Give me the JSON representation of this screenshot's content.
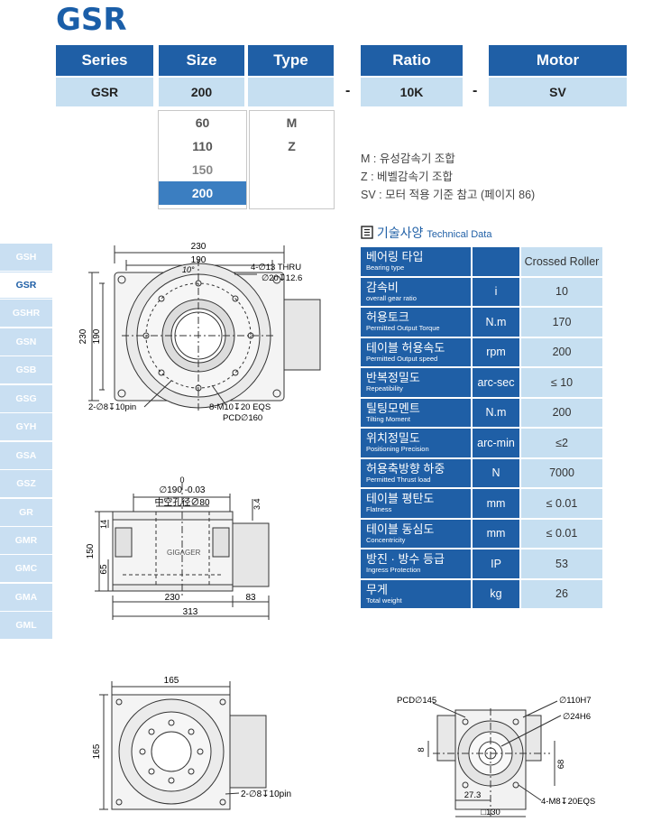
{
  "title": "GSR",
  "config": {
    "headers": {
      "series": "Series",
      "size": "Size",
      "type": "Type",
      "ratio": "Ratio",
      "motor": "Motor"
    },
    "values": {
      "series": "GSR",
      "size": "200",
      "type": "",
      "ratio": "10K",
      "motor": "SV"
    },
    "dash": "-",
    "size_options": [
      "60",
      "110",
      "150",
      "200"
    ],
    "type_options": [
      "M",
      "Z"
    ]
  },
  "legend": [
    "M  : 유성감속기 조합",
    "Z  : 베벨감속기 조합",
    "SV : 모터 적용 기준 참고 (페이지 86)"
  ],
  "sidebar": [
    "GSH",
    "GSR",
    "GSHR",
    "GSN",
    "GSB",
    "GSG",
    "GYH",
    "GSA",
    "GSZ",
    "GR",
    "GMR",
    "GMC",
    "GMA",
    "GML"
  ],
  "tech": {
    "title_kr": "기술사양",
    "title_en": "Technical Data",
    "rows": [
      {
        "kr": "베어링 타입",
        "en": "Bearing type",
        "unit": "",
        "value": "Crossed Roller"
      },
      {
        "kr": "감속비",
        "en": "overall gear ratio",
        "unit": "i",
        "value": "10"
      },
      {
        "kr": "허용토크",
        "en": "Permitted Output Torque",
        "unit": "N.m",
        "value": "170"
      },
      {
        "kr": "테이블 허용속도",
        "en": "Permitted Output speed",
        "unit": "rpm",
        "value": "200"
      },
      {
        "kr": "반복정밀도",
        "en": "Repeatibility",
        "unit": "arc-sec",
        "value": "≤ 10"
      },
      {
        "kr": "틸팅모멘트",
        "en": "Tilting Moment",
        "unit": "N.m",
        "value": "200"
      },
      {
        "kr": "위치정밀도",
        "en": "Positioning Precision",
        "unit": "arc-min",
        "value": "≤2"
      },
      {
        "kr": "허용축방향 하중",
        "en": "Permitted Thrust load",
        "unit": "N",
        "value": "7000"
      },
      {
        "kr": "테이블 평탄도",
        "en": "Flatness",
        "unit": "mm",
        "value": "≤ 0.01"
      },
      {
        "kr": "테이블 동심도",
        "en": "Concentricity",
        "unit": "mm",
        "value": "≤ 0.01"
      },
      {
        "kr": "방진 · 방수 등급",
        "en": "Ingress Protection",
        "unit": "IP",
        "value": "53"
      },
      {
        "kr": "무게",
        "en": "Total weight",
        "unit": "kg",
        "value": "26"
      }
    ]
  },
  "drawings": {
    "top": {
      "w": "230",
      "w2": "190",
      "h": "230",
      "h2": "190",
      "angle": "10°",
      "thru": "4-∅13 THRU",
      "cbore": "∅20↧12.6",
      "pin": "2-∅8↧10pin",
      "tap": "8-M10↧20 EQS",
      "pcd": "PCD∅160"
    },
    "side": {
      "zero": "0",
      "dia": "∅190 -0.03",
      "bore": "中空孔径∅80",
      "d34": "3.4",
      "d14": "14",
      "d150": "150",
      "d65": "65",
      "d230": "230",
      "d83": "83",
      "d313": "313",
      "brand": "GIGAGER"
    },
    "bottom": {
      "w": "165",
      "h": "165",
      "pin": "2-∅8↧10pin"
    },
    "motor": {
      "pcd": "PCD∅145",
      "h7": "∅110H7",
      "h6": "∅24H6",
      "d8": "8",
      "d68": "68",
      "d273": "27.3",
      "d130": "□130",
      "tap": "4-M8↧20EQS"
    }
  }
}
